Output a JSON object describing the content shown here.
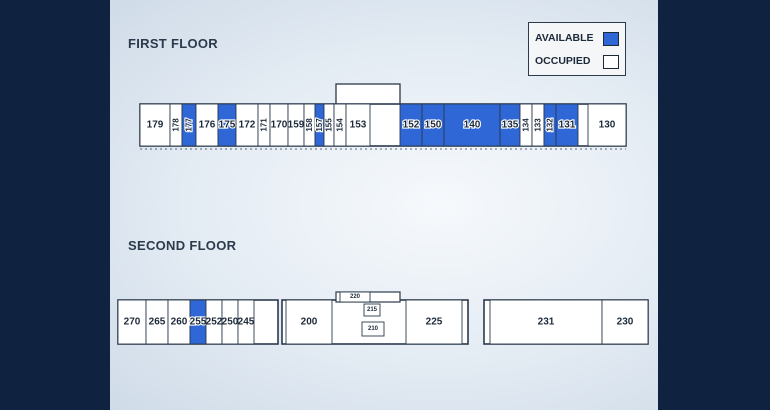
{
  "colors": {
    "available": "#2f68d6",
    "occupied": "#ffffff",
    "wall": "#2b3a4c",
    "background_outer": "#0f2341"
  },
  "legend": {
    "available_label": "AVAILABLE",
    "occupied_label": "OCCUPIED"
  },
  "first_floor": {
    "title": "FIRST FLOOR",
    "units": [
      {
        "id": "179",
        "status": "occupied"
      },
      {
        "id": "178",
        "status": "occupied"
      },
      {
        "id": "177",
        "status": "available"
      },
      {
        "id": "176",
        "status": "occupied"
      },
      {
        "id": "175",
        "status": "available"
      },
      {
        "id": "172",
        "status": "occupied"
      },
      {
        "id": "171",
        "status": "occupied"
      },
      {
        "id": "170",
        "status": "occupied"
      },
      {
        "id": "159",
        "status": "occupied"
      },
      {
        "id": "158",
        "status": "occupied"
      },
      {
        "id": "157",
        "status": "available"
      },
      {
        "id": "155",
        "status": "occupied"
      },
      {
        "id": "154",
        "status": "occupied"
      },
      {
        "id": "153",
        "status": "occupied"
      },
      {
        "id": "152",
        "status": "available"
      },
      {
        "id": "150",
        "status": "available"
      },
      {
        "id": "140",
        "status": "available"
      },
      {
        "id": "135",
        "status": "available"
      },
      {
        "id": "134",
        "status": "occupied"
      },
      {
        "id": "133",
        "status": "occupied"
      },
      {
        "id": "132",
        "status": "available"
      },
      {
        "id": "131",
        "status": "available"
      },
      {
        "id": "130",
        "status": "occupied"
      }
    ]
  },
  "second_floor": {
    "title": "SECOND FLOOR",
    "units": [
      {
        "id": "270",
        "status": "occupied"
      },
      {
        "id": "265",
        "status": "occupied"
      },
      {
        "id": "260",
        "status": "occupied"
      },
      {
        "id": "255",
        "status": "available"
      },
      {
        "id": "252",
        "status": "occupied"
      },
      {
        "id": "250",
        "status": "occupied"
      },
      {
        "id": "245",
        "status": "occupied"
      },
      {
        "id": "200",
        "status": "occupied"
      },
      {
        "id": "220",
        "status": "occupied"
      },
      {
        "id": "215",
        "status": "occupied"
      },
      {
        "id": "210",
        "status": "occupied"
      },
      {
        "id": "225",
        "status": "occupied"
      },
      {
        "id": "231",
        "status": "occupied"
      },
      {
        "id": "230",
        "status": "occupied"
      }
    ]
  }
}
